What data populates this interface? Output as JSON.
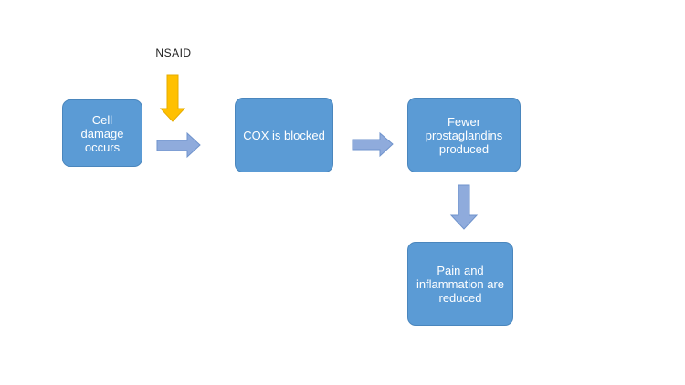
{
  "diagram": {
    "nsaid_label": "NSAID",
    "nodes": {
      "cell_damage": "Cell\ndamage\noccurs",
      "cox_blocked": "COX is blocked",
      "fewer_prostaglandins": "Fewer\nprostaglandins\nproduced",
      "pain_reduced": "Pain and\ninflammation are\nreduced"
    }
  },
  "colors": {
    "box_fill": "#5b9bd5",
    "box_text": "#ffffff",
    "arrow_fill": "#8fabdc",
    "nsaid_arrow": "#ffc000"
  }
}
